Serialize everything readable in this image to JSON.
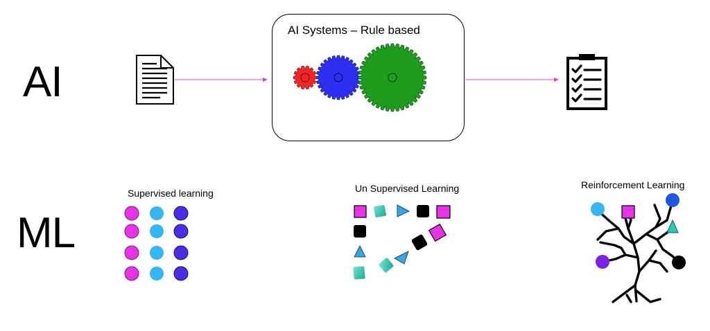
{
  "ai_row": {
    "label": "AI",
    "input_icon": "document-icon",
    "system_title": "AI Systems – Rule based",
    "gears": [
      {
        "name": "red-gear-icon",
        "color": "#f02525"
      },
      {
        "name": "blue-gear-icon",
        "color": "#2c2ef0"
      },
      {
        "name": "green-gear-icon",
        "color": "#1e9c1e"
      }
    ],
    "output_icon": "checklist-icon",
    "arrow_color": "#e040d8"
  },
  "ml_row": {
    "label": "ML",
    "supervised": {
      "title": "Supervised  learning",
      "column_colors": [
        "#e633e6",
        "#33b6f2",
        "#4a2ee6"
      ]
    },
    "unsupervised": {
      "title": "Un Supervised Learning",
      "shape_colors": {
        "magenta": "#e633e6",
        "teal": "#2ec9b6",
        "blue": "#3aa3e0",
        "black": "#000000"
      }
    },
    "reinforcement": {
      "title": "Reinforcement Learning",
      "node_colors": [
        "#33b6f2",
        "#e633e6",
        "#1e56e6",
        "#2ec9b6",
        "#7a22e6",
        "#000000"
      ]
    }
  }
}
